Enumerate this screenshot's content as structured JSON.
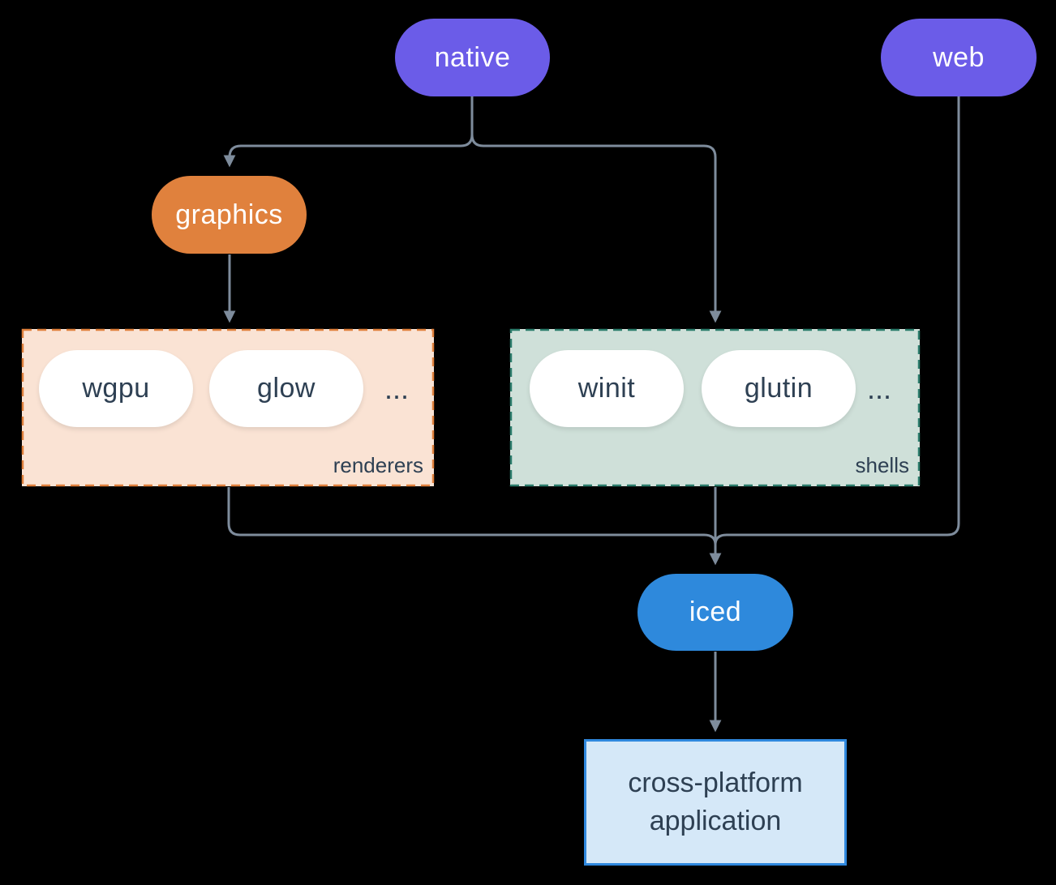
{
  "diagram": {
    "nodes": {
      "native": "native",
      "web": "web",
      "graphics": "graphics",
      "iced": "iced",
      "application": "cross-platform application"
    },
    "groups": {
      "renderers": {
        "label": "renderers",
        "items": [
          "wgpu",
          "glow"
        ],
        "more": "..."
      },
      "shells": {
        "label": "shells",
        "items": [
          "winit",
          "glutin"
        ],
        "more": "..."
      }
    },
    "colors": {
      "background": "#000000",
      "platform_pill": "#6b5ce8",
      "graphics_pill": "#e0813d",
      "iced_pill": "#2e89dc",
      "white_pill_text": "#2e4053",
      "renderers_fill": "#fae3d4",
      "renderers_border": "#e0813d",
      "shells_fill": "#cfe0d9",
      "shells_border": "#2c7d6c",
      "connector": "#7e8c9c",
      "app_fill": "#d5e8f8",
      "app_border": "#2f88de"
    }
  }
}
